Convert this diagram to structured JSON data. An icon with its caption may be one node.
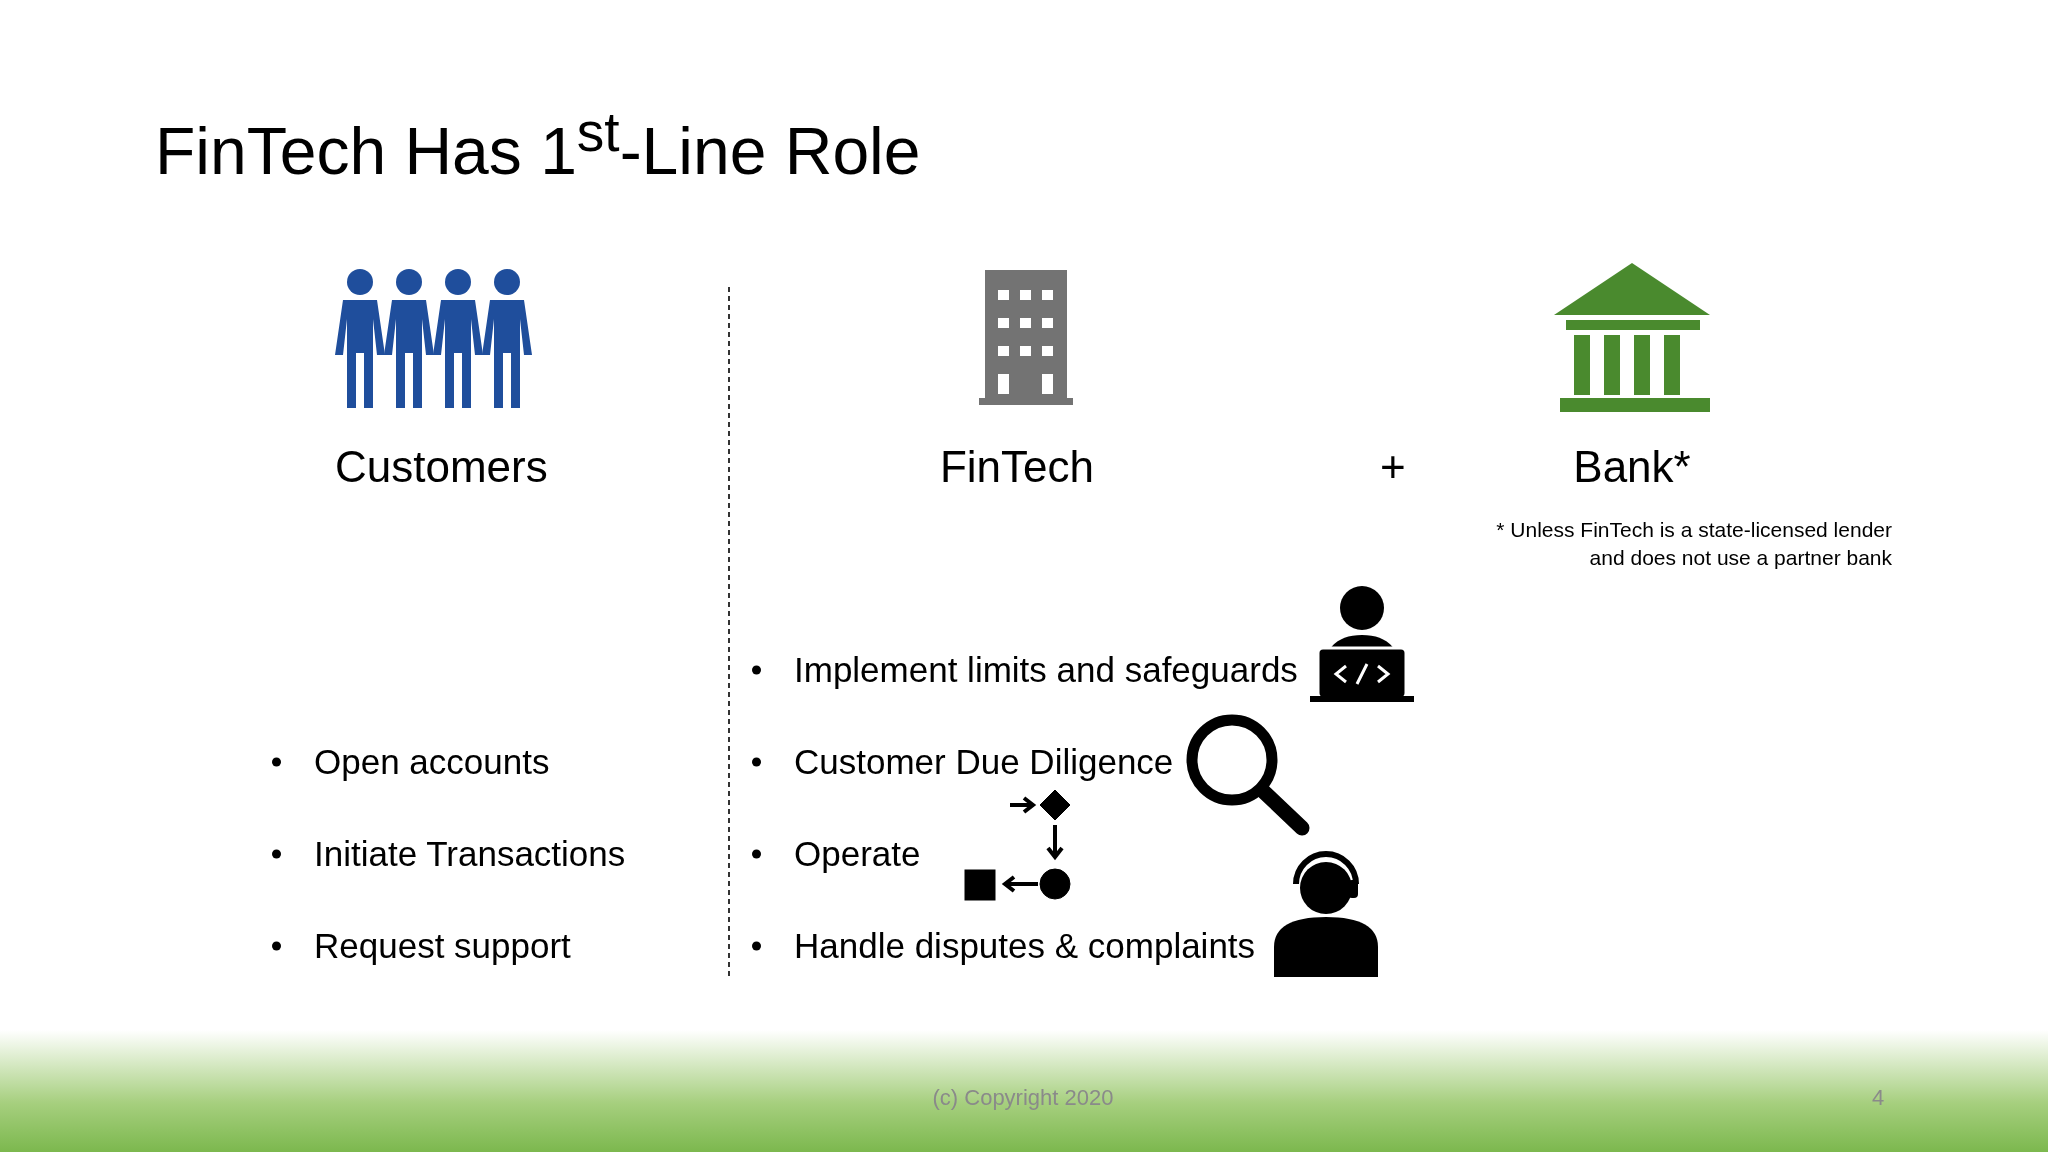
{
  "diagram": {
    "title": "FinTech Has 1$^{st}$-Line Role",
    "labels": [
      "Customers",
      "FinTech",
      "+",
      "Bank*",
      "* Unless FinTech is a state-licensed lender and does not use a partner bank",
      "Implement limits and safeguards",
      "Open accounts",
      "Customer Due Diligence",
      "Initiate Transactions",
      "Operate",
      "Request support",
      "Handle disputes & complaints",
      "(c) Copyright 2020",
      "4"
    ]
  }
}
